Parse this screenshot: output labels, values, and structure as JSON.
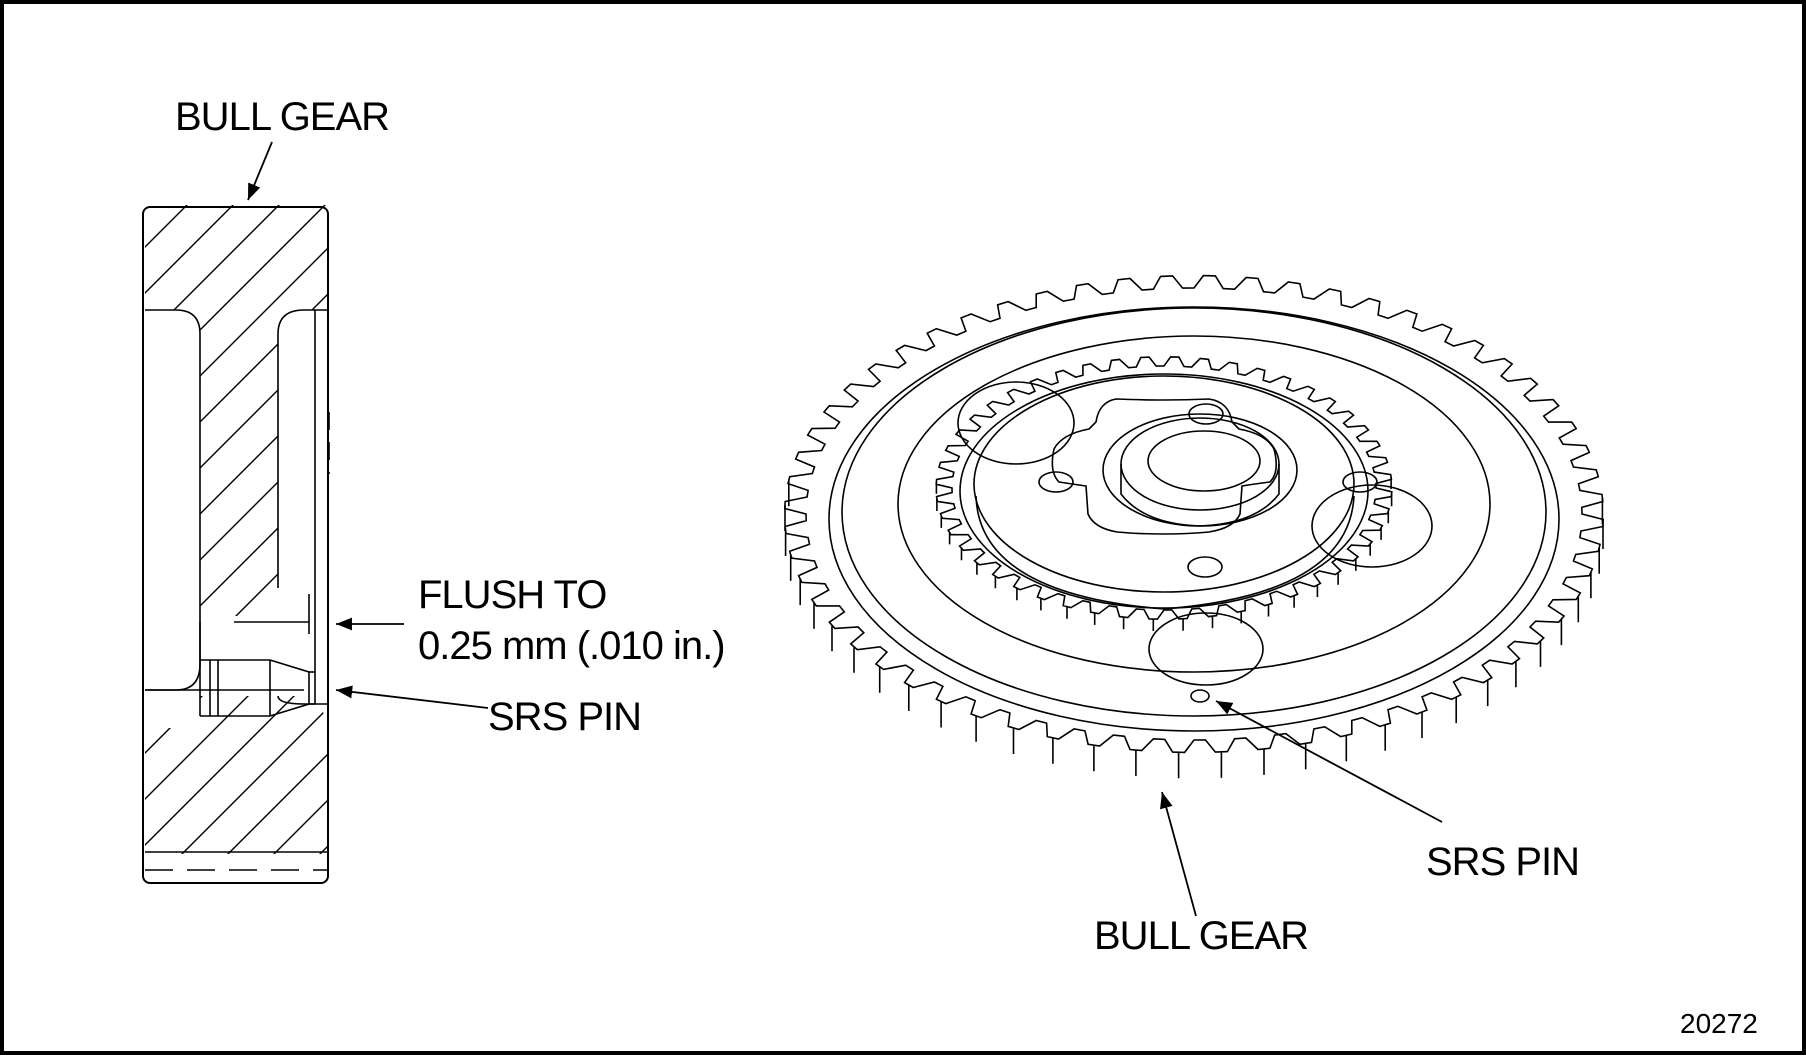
{
  "labels": {
    "section_bull_gear": "BULL GEAR",
    "flush_line1": "FLUSH TO",
    "flush_line2": "0.25 mm (.010 in.)",
    "section_srs_pin": "SRS PIN",
    "iso_srs_pin": "SRS PIN",
    "iso_bull_gear": "BULL GEAR"
  },
  "figure_number": "20272",
  "colors": {
    "line": "#000000",
    "background": "#ffffff"
  }
}
